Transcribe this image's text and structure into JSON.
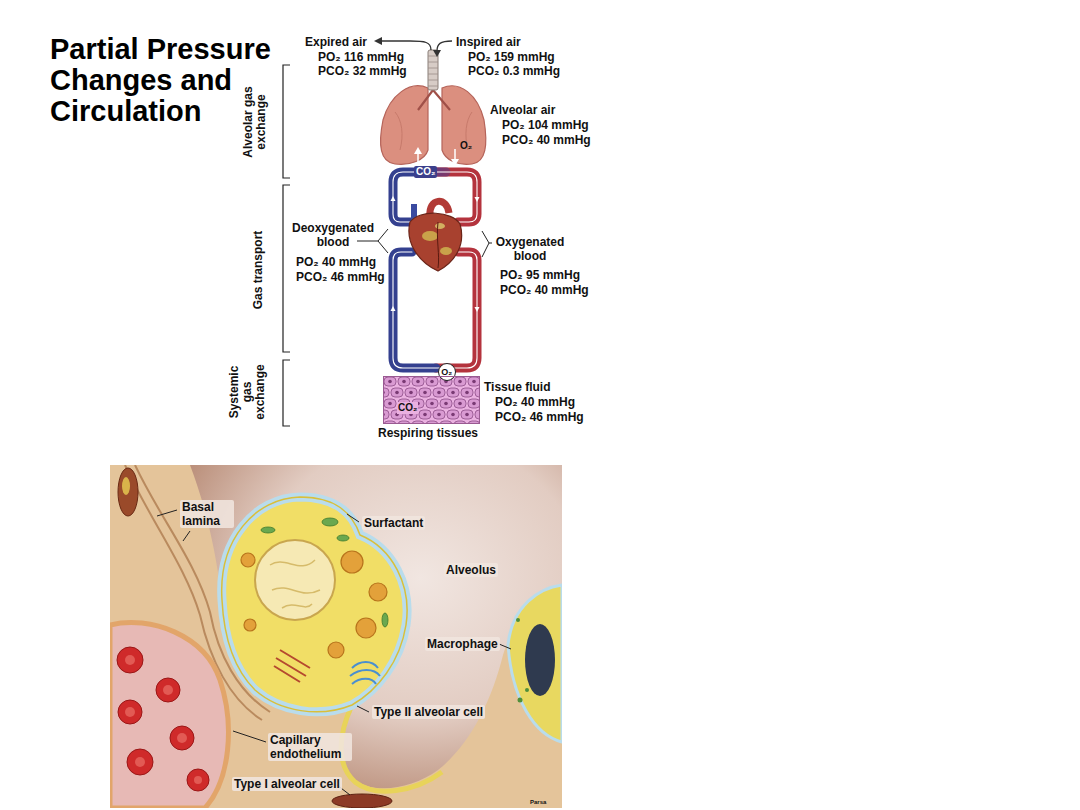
{
  "diagram": {
    "title": "Partial Pressure Changes and Circulation",
    "nodes": [
      {
        "text": [
          "O₂"
        ]
      },
      {
        "text": [
          "CO₂",
          "Respiring tissues"
        ]
      }
    ],
    "labels": [
      "Expired air",
      "PO₂ 116 mmHg",
      "PCO₂ 32 mmHg",
      "Inspired air",
      "PO₂ 159 mmHg",
      "PCO₂ 0.3 mmHg",
      "Alveolar gas exchange",
      "Alveolar air",
      "PO₂ 104 mmHg",
      "PCO₂ 40 mmHg",
      "O₂",
      "CO₂",
      "Gas transport",
      "Deoxygenated blood",
      "PO₂ 40 mmHg",
      "PCO₂ 46 mmHg",
      "Oxygenated blood",
      "PO₂ 95 mmHg",
      "PCO₂ 40 mmHg",
      "Systemic gas exchange",
      "Tissue fluid",
      "PO₂ 40 mmHg",
      "PCO₂ 46 mmHg",
      "Basal lamina",
      "Surfactant",
      "Alveolus",
      "Macrophage",
      "Type II alveolar cell",
      "Capillary endothelium",
      "Type I alveolar cell",
      "Parsa"
    ]
  }
}
